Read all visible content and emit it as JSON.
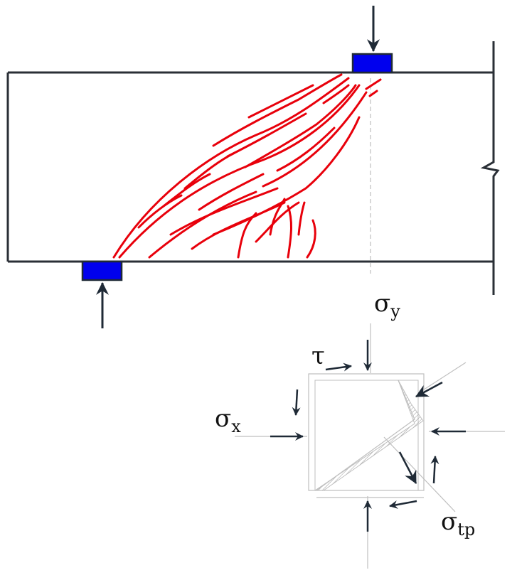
{
  "labels": {
    "sigma_y": {
      "base": "σ",
      "sub": "y"
    },
    "sigma_x": {
      "base": "σ",
      "sub": "x"
    },
    "sigma_tp": {
      "base": "σ",
      "sub": "tp"
    },
    "tau": "τ"
  },
  "colors": {
    "beam_outline": "#2a2f36",
    "crack": "#e8000b",
    "support_plate": "#0000ee",
    "arrow": "#1f2a36",
    "guide_line": "#bfbfbf",
    "hatch": "#9a9a9a"
  }
}
